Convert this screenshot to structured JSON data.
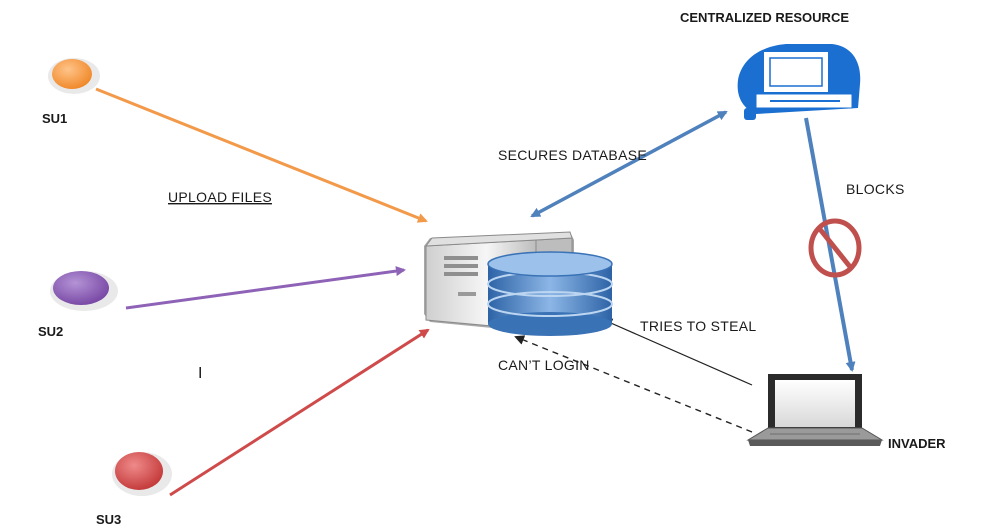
{
  "nodes": {
    "su1": {
      "label": "SU1",
      "color": "#f29a4a"
    },
    "su2": {
      "label": "SU2",
      "color": "#8e62b6"
    },
    "su3": {
      "label": "SU3",
      "color": "#cf4a4a"
    },
    "resource": {
      "label": "CENTRALIZED RESOURCE",
      "color": "#1a6fd0",
      "icon": "desktop-computer-icon"
    },
    "server": {
      "icon": "server-database-icon"
    },
    "invader": {
      "label": "INVADER",
      "icon": "laptop-icon"
    }
  },
  "edges": {
    "upload": {
      "label": "UPLOAD FILES"
    },
    "secures": {
      "label": "SECURES DATABASE",
      "color": "#4f81bd"
    },
    "blocks": {
      "label": "BLOCKS",
      "color": "#4f81bd",
      "icon": "prohibited-icon"
    },
    "steal": {
      "label": "TRIES TO STEAL"
    },
    "login": {
      "label": "CAN’T LOGIN"
    }
  },
  "stray_mark": "I"
}
